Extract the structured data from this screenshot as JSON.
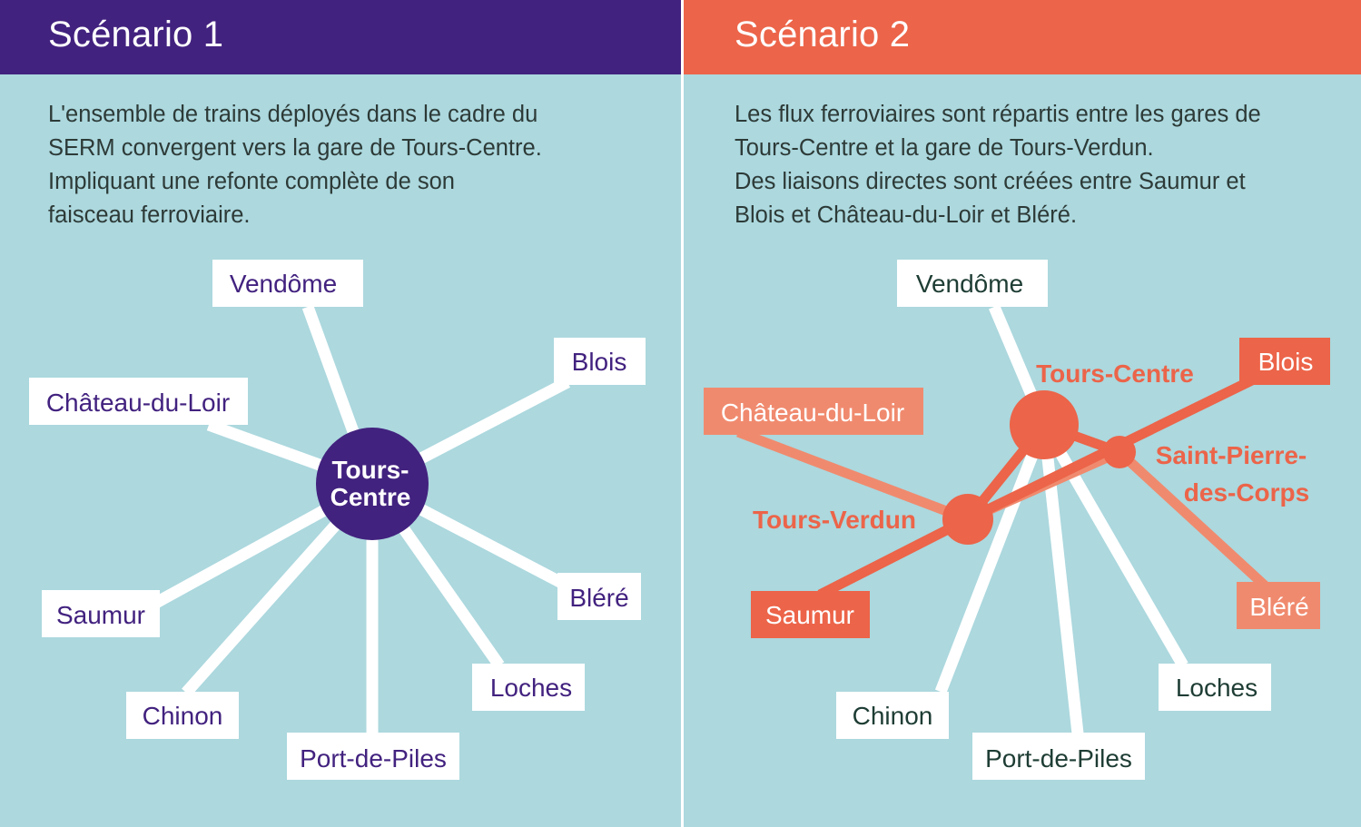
{
  "colors": {
    "background": "#acd8de",
    "scenario1_accent": "#42227f",
    "scenario2_accent": "#ec6449",
    "scenario2_light": "#f08a6e",
    "dark_text": "#1e3d34",
    "white": "#ffffff"
  },
  "scenario1": {
    "title": "Scénario 1",
    "description": [
      "L'ensemble de trains déployés dans le cadre du",
      "SERM convergent vers la gare de Tours-Centre.",
      "Impliquant une refonte complète de son",
      "faisceau ferroviaire."
    ],
    "hub": {
      "line1": "Tours-",
      "line2": "Centre"
    },
    "stations": {
      "vendome": "Vendôme",
      "blois": "Blois",
      "chateau": "Château-du-Loir",
      "saumur": "Saumur",
      "blere": "Bléré",
      "chinon": "Chinon",
      "loches": "Loches",
      "portdepiles": "Port-de-Piles"
    }
  },
  "scenario2": {
    "title": "Scénario 2",
    "description": [
      "Les flux ferroviaires sont répartis entre les gares de",
      "Tours-Centre et la gare de Tours-Verdun.",
      "Des liaisons directes sont créées entre Saumur et",
      "Blois et Château-du-Loir et Bléré."
    ],
    "hubs": {
      "tours_centre": "Tours-Centre",
      "tours_verdun": "Tours-Verdun",
      "spdc_line1": "Saint-Pierre-",
      "spdc_line2": "des-Corps"
    },
    "stations": {
      "vendome": "Vendôme",
      "blois": "Blois",
      "chateau": "Château-du-Loir",
      "saumur": "Saumur",
      "blere": "Bléré",
      "chinon": "Chinon",
      "loches": "Loches",
      "portdepiles": "Port-de-Piles"
    }
  }
}
